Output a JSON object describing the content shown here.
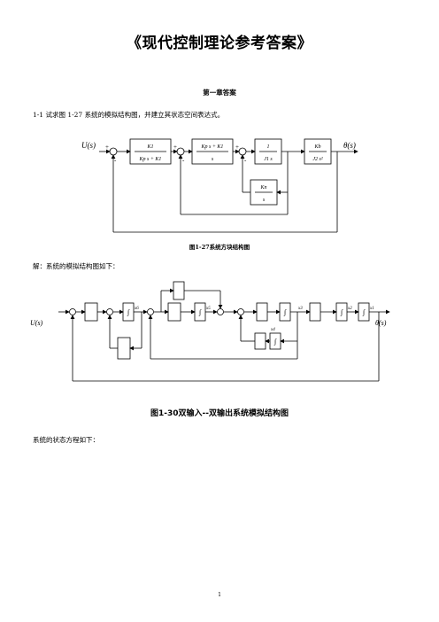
{
  "title": "《现代控制理论参考答案》",
  "chapter_heading": "第一章答案",
  "problem": "1-1 试求图 1-27 系统的模拟结构图，并建立其状态空间表达式。",
  "figure1": {
    "input": "U(s)",
    "output": "θ(s)",
    "block1": {
      "num": "K1",
      "den": "Kp s + K1"
    },
    "block2": {
      "num": "Kp s + K1",
      "den": "s"
    },
    "block3": {
      "num": "1",
      "den": "J1 s"
    },
    "block4": {
      "num": "Kb",
      "den": "J2 s²"
    },
    "feedback_block": {
      "num": "Kn",
      "den": "s"
    },
    "signs": {
      "plus": "+",
      "minus": "-"
    },
    "caption": "图1-27系统方块结构图"
  },
  "solution_label": "解：系统的模拟结构图如下：",
  "figure2": {
    "input": "U(s)",
    "output": "θ(s)",
    "labels": {
      "x1": "x1",
      "x2": "x2",
      "x3": "x3",
      "x4": "x4",
      "x5": "x5",
      "x6": "x6"
    },
    "integrator": "∫",
    "caption": "图1-30双输入--双输出系统模拟结构图"
  },
  "state_equation_label": "系统的状态方程如下：",
  "page_number": "1"
}
